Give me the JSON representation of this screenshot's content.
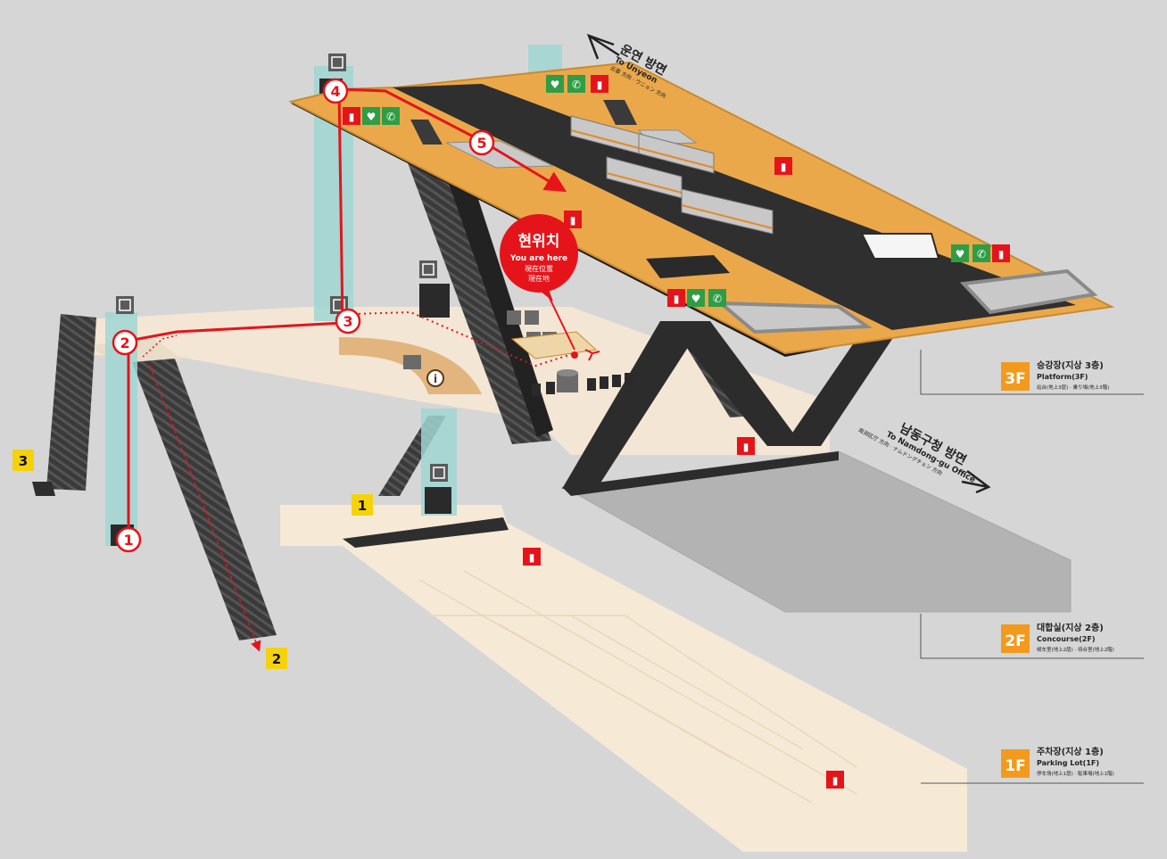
{
  "here": {
    "title": "현위치",
    "en": "You are here",
    "cn": "現在位置",
    "jp": "現在地"
  },
  "direction_unyeon": {
    "ko": "운연 방면",
    "en": "To Unyeon",
    "sub": "云宴 方向 · ウニョン 方向"
  },
  "direction_namdong": {
    "ko": "남동구청 방면",
    "en": "To Namdong-gu Office",
    "sub": "南洞区厅 方向 · ナムドングチョン 方向"
  },
  "floors": [
    {
      "badge": "3F",
      "ko": "승강장(지상 3층)",
      "en": "Platform(3F)",
      "sub": "站台(地上3层) · 乗り場(地上3階)"
    },
    {
      "badge": "2F",
      "ko": "대합실(지상 2층)",
      "en": "Concourse(2F)",
      "sub": "候车室(地上2层) · 待合室(地上2階)"
    },
    {
      "badge": "1F",
      "ko": "주차장(지상 1층)",
      "en": "Parking Lot(1F)",
      "sub": "停车场(地上1层) · 駐車場(地上1階)"
    }
  ],
  "exits": [
    "3",
    "1",
    "2"
  ],
  "route_steps": [
    "1",
    "2",
    "3",
    "4",
    "5"
  ],
  "colors": {
    "platform": "#eba84a",
    "platform_edge": "#c98a30",
    "track": "#2f2f2f",
    "concourse": "#f3e6d4",
    "lot": "#f6ead6",
    "route": "#e5141b",
    "badge": "#f39a1e",
    "exit_badge": "#f6d20c",
    "glass": "#9fd6d2",
    "green_icon": "#2e9d46"
  }
}
